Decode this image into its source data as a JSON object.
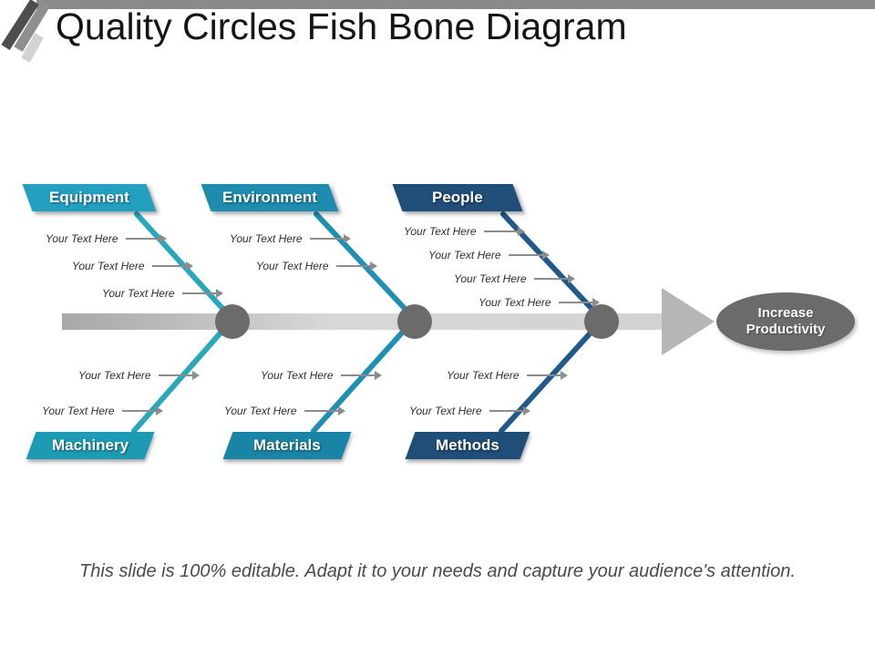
{
  "slide": {
    "title": "Quality Circles Fish Bone Diagram",
    "footer": "This slide is 100% editable. Adapt it to your needs and capture your audience's attention."
  },
  "diagram": {
    "placeholder": "Your Text Here",
    "effect": {
      "line1": "Increase",
      "line2": "Productivity"
    },
    "categories": {
      "top": [
        {
          "label": "Equipment",
          "color": "#239FC0"
        },
        {
          "label": "Environment",
          "color": "#1E8CAE"
        },
        {
          "label": "People",
          "color": "#1F4E79"
        }
      ],
      "bottom": [
        {
          "label": "Machinery",
          "color": "#1E9BB4"
        },
        {
          "label": "Materials",
          "color": "#1A84A6"
        },
        {
          "label": "Methods",
          "color": "#1F4E79"
        }
      ]
    },
    "colors": {
      "spine": "#C9C9C9",
      "arrowhead": "#B6B6B6",
      "node": "#6B6B6B",
      "branch_teal_light": "#29A7BC",
      "branch_teal": "#1F8FB4",
      "branch_navy": "#20598A"
    }
  }
}
